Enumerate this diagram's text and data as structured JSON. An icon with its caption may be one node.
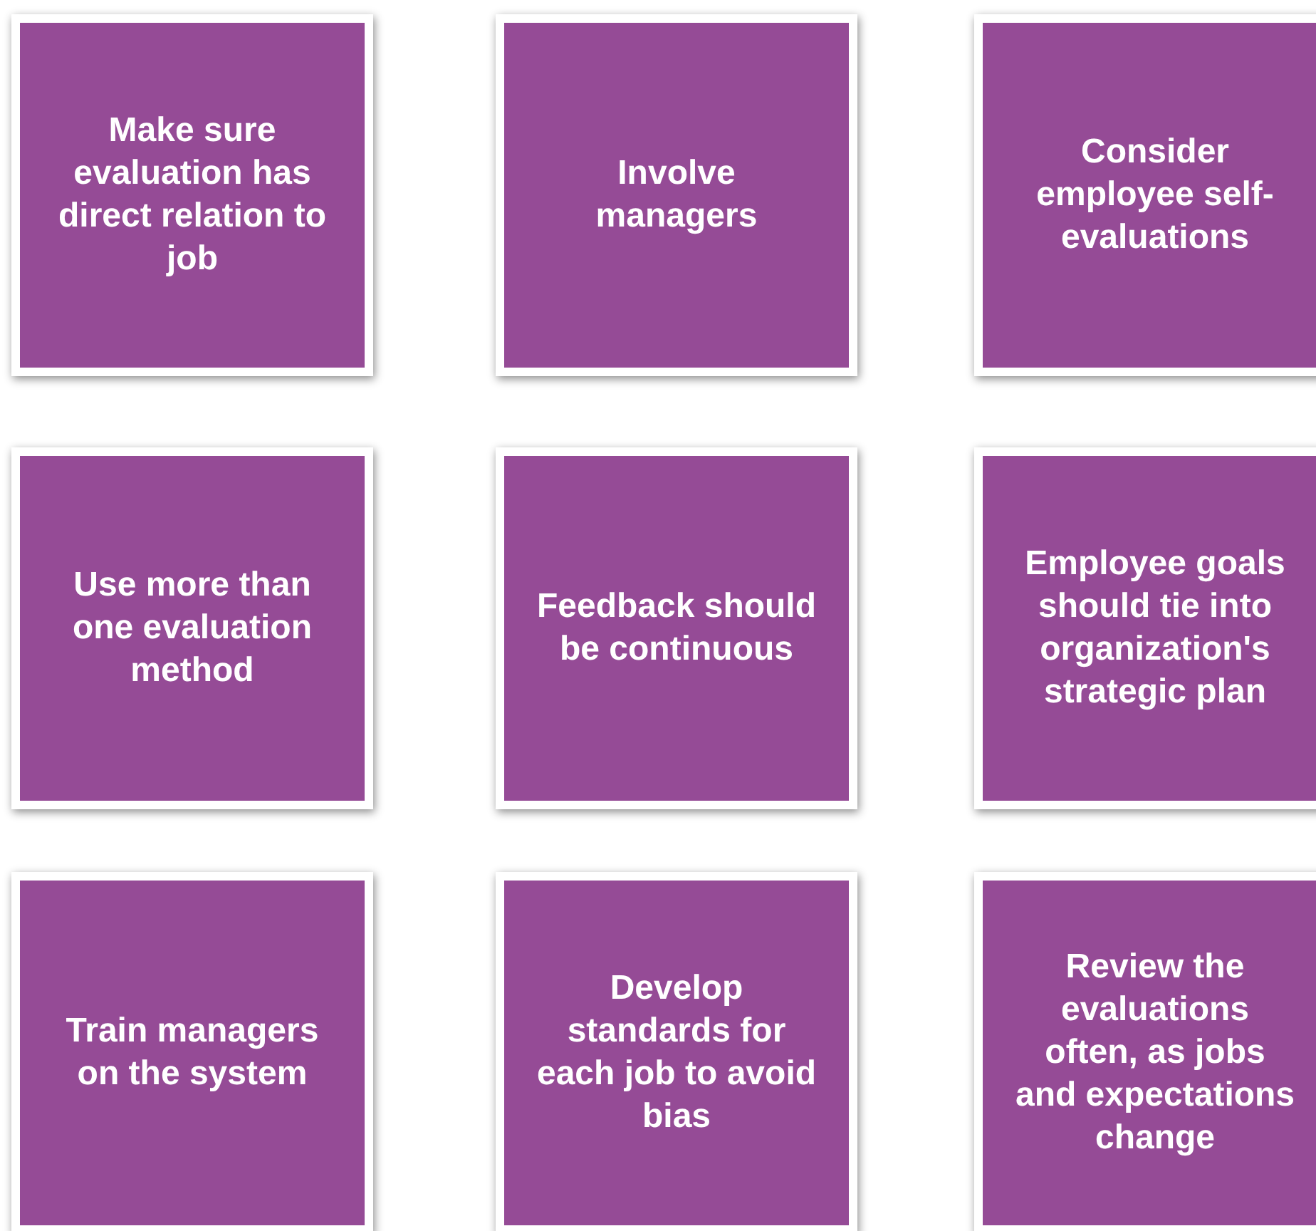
{
  "diagram": {
    "nodes": [
      {
        "text": [
          "Make sure evaluation has direct relation to job"
        ]
      },
      {
        "text": [
          "Involve managers"
        ]
      },
      {
        "text": [
          "Consider employee self-evaluations"
        ]
      },
      {
        "text": [
          "Use more than one evaluation method"
        ]
      },
      {
        "text": [
          "Feedback should be continuous"
        ]
      },
      {
        "text": [
          "Employee goals should tie into organization's strategic plan"
        ]
      },
      {
        "text": [
          "Train managers on the system"
        ]
      },
      {
        "text": [
          "Develop standards for each job to avoid bias"
        ]
      },
      {
        "text": [
          "Review the evaluations often, as jobs and expectations change"
        ]
      }
    ]
  }
}
